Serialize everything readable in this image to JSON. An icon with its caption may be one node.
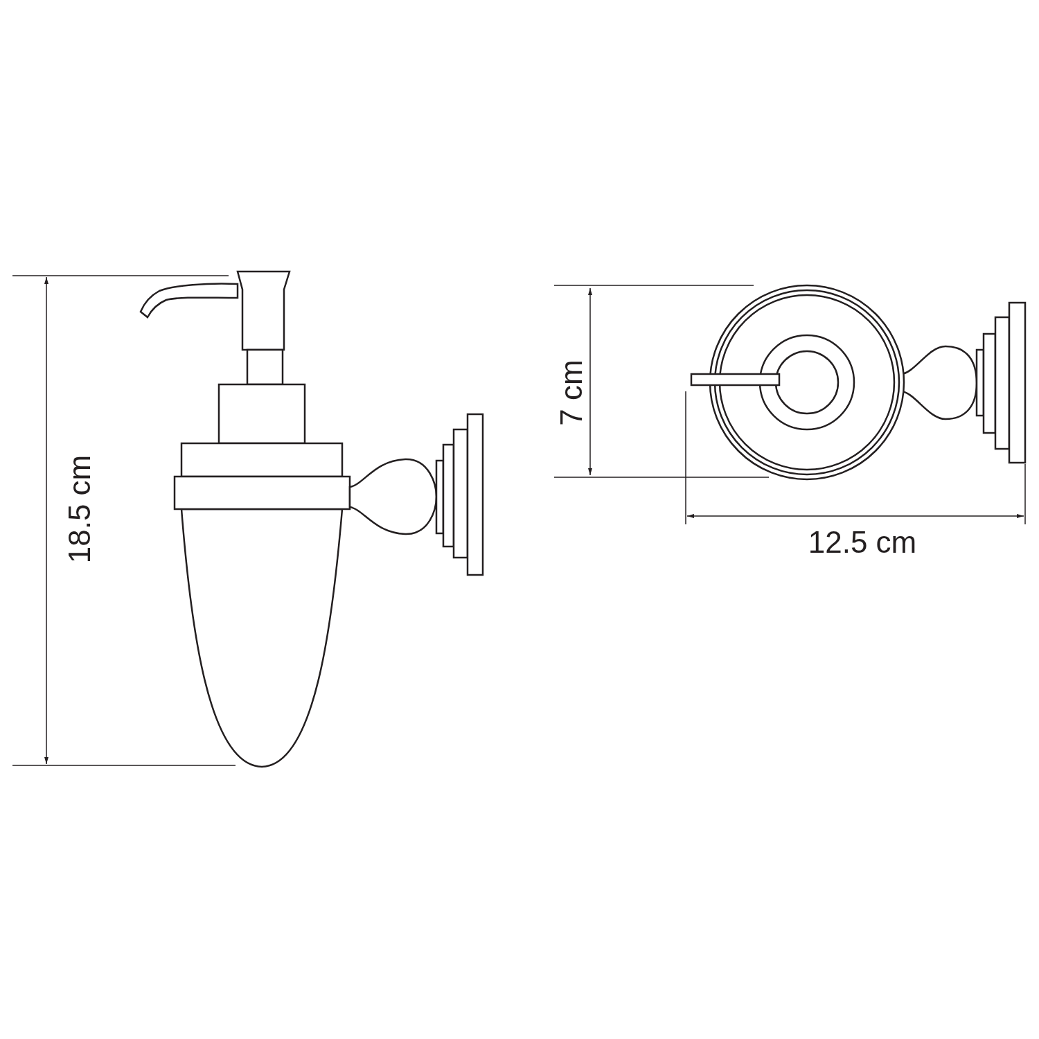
{
  "diagram": {
    "labels": [
      "18.5 cm",
      "7 cm",
      "12.5 cm"
    ]
  }
}
